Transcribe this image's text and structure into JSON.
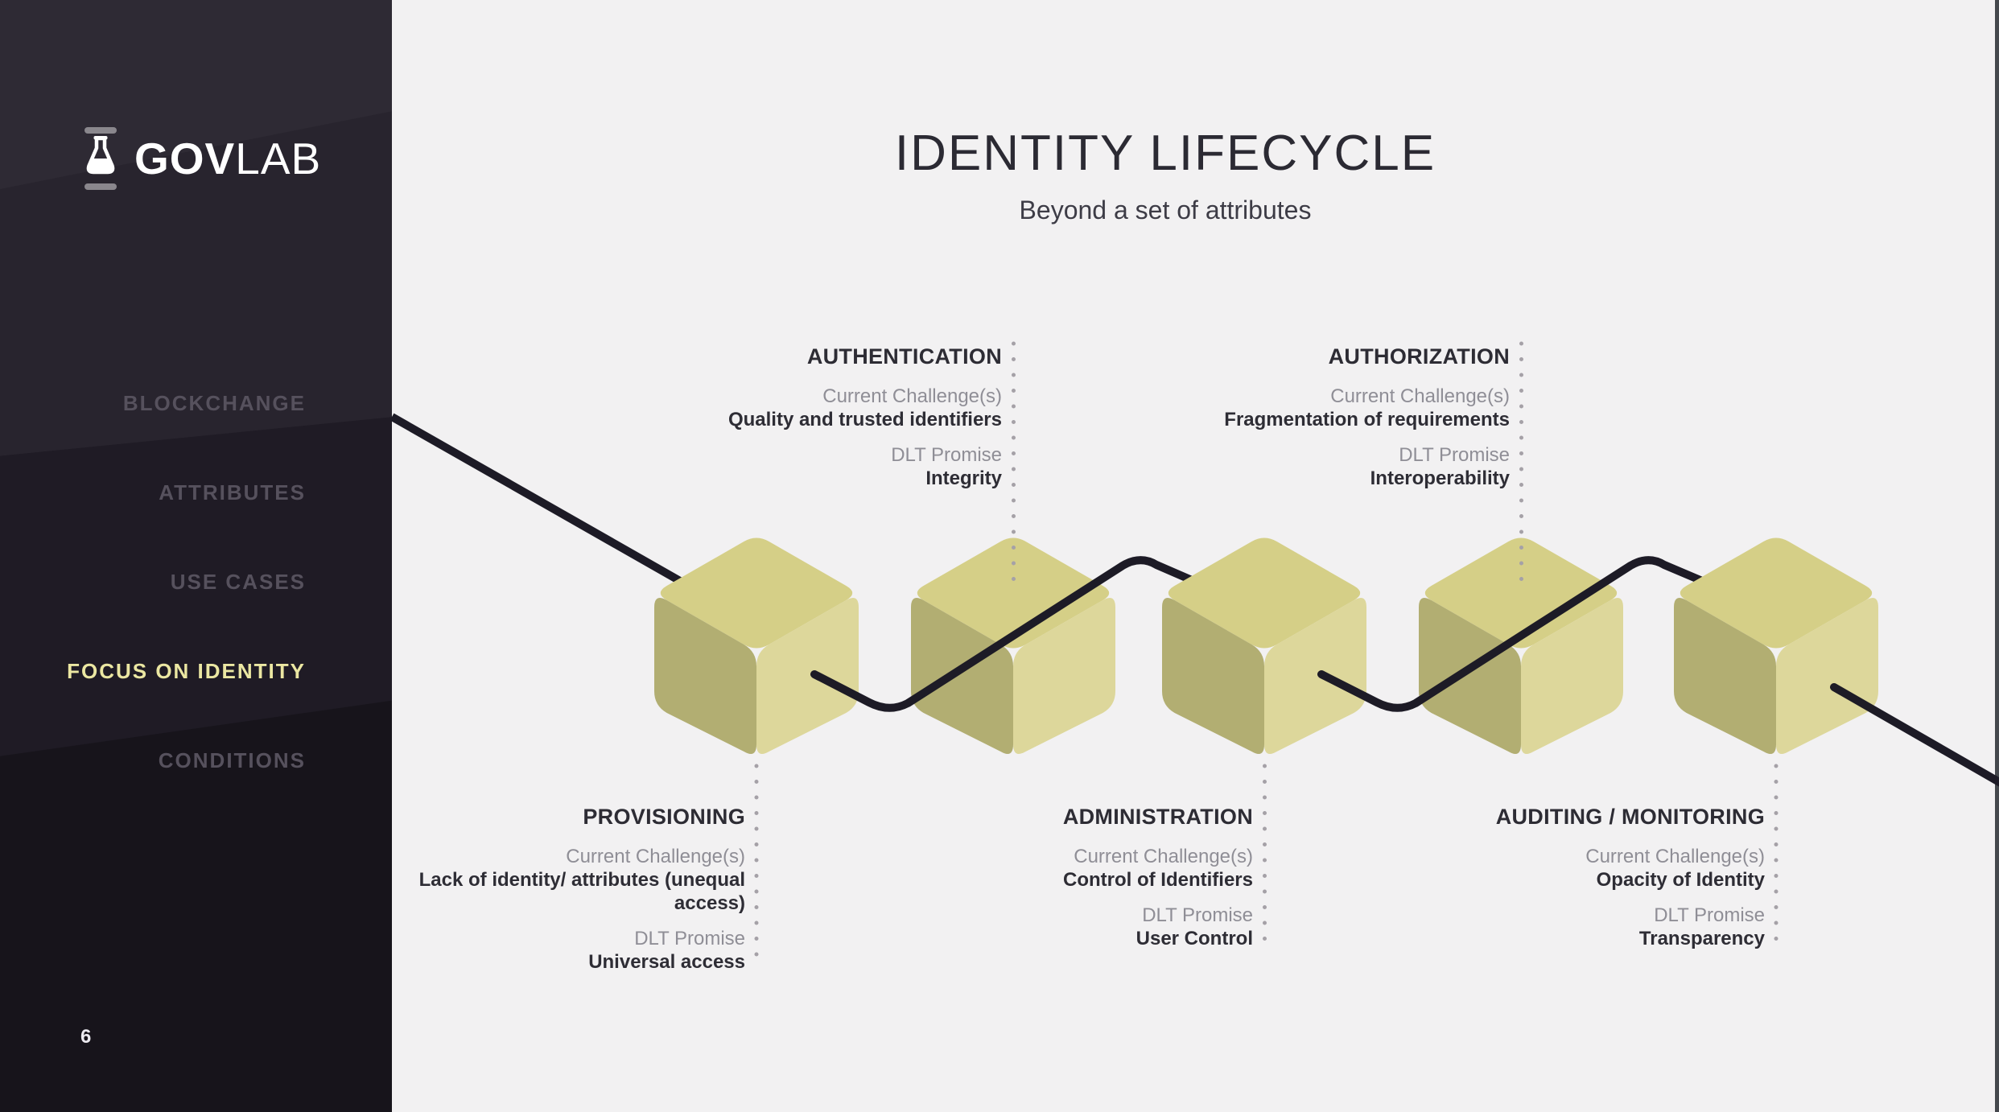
{
  "sidebar": {
    "brand": {
      "bold": "GOV",
      "light": "LAB"
    },
    "nav_items": [
      {
        "label": "BLOCKCHANGE",
        "active": false
      },
      {
        "label": "ATTRIBUTES",
        "active": false
      },
      {
        "label": "USE CASES",
        "active": false
      },
      {
        "label": "FOCUS ON IDENTITY",
        "active": true
      },
      {
        "label": "CONDITIONS",
        "active": false
      }
    ],
    "page_number": "6"
  },
  "main": {
    "title": "IDENTITY LIFECYCLE",
    "subtitle": "Beyond a set of attributes",
    "labels": {
      "challenge": "Current Challenge(s)",
      "promise": "DLT Promise"
    },
    "stages": [
      {
        "name": "PROVISIONING",
        "challenge": "Lack of identity/ attributes (unequal access)",
        "promise": "Universal access"
      },
      {
        "name": "AUTHENTICATION",
        "challenge": "Quality and trusted identifiers",
        "promise": "Integrity"
      },
      {
        "name": "ADMINISTRATION",
        "challenge": "Control of Identifiers",
        "promise": "User Control"
      },
      {
        "name": "AUTHORIZATION",
        "challenge": "Fragmentation of requirements",
        "promise": "Interoperability"
      },
      {
        "name": "AUDITING / MONITORING",
        "challenge": "Opacity of Identity",
        "promise": "Transparency"
      }
    ]
  },
  "colors": {
    "sidebar_bg": "#1f1b25",
    "accent_yellow": "#ebe7a2",
    "nav_inactive": "#56515d",
    "main_bg": "#f2f1f2",
    "heading": "#2d2c34",
    "muted_label": "#8f8e96",
    "cube_top": "#d5cf87",
    "cube_left": "#b2ae72",
    "cube_right": "#ddd79b",
    "weave_line": "#1d1b26",
    "dotted_line": "#a5a1a7",
    "edge_strip": "#45484d"
  }
}
